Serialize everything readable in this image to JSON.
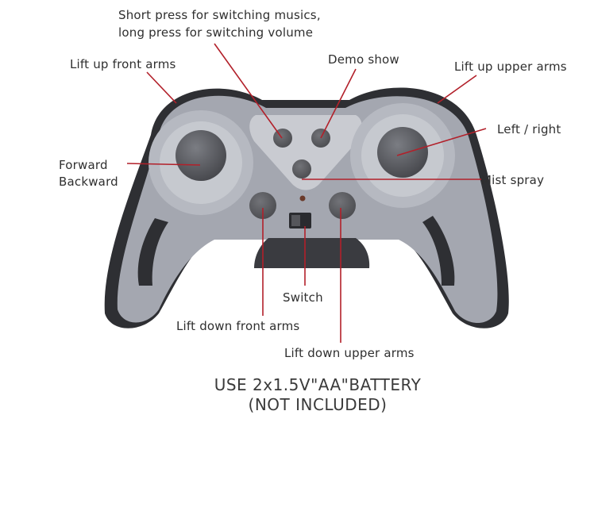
{
  "labels": {
    "music_line1": "Short press for switching musics,",
    "music_line2": "long press for switching volume",
    "demo": "Demo show",
    "lift_up_front": "Lift up front arms",
    "lift_up_upper": "Lift up upper arms",
    "left_right": "Left / right",
    "forward": "Forward",
    "backward": "Backward",
    "mist": "Mist spray",
    "switch": "Switch",
    "lift_down_front": "Lift down front arms",
    "lift_down_upper": "Lift down upper arms"
  },
  "battery": {
    "line1": "USE 2x1.5V\"AA\"BATTERY",
    "line2": "(NOT INCLUDED)"
  },
  "colors": {
    "pointer": "#b2202a",
    "controller_body": "#a4a7b0",
    "controller_dark": "#2e2f33",
    "button": "#5c5d62"
  }
}
